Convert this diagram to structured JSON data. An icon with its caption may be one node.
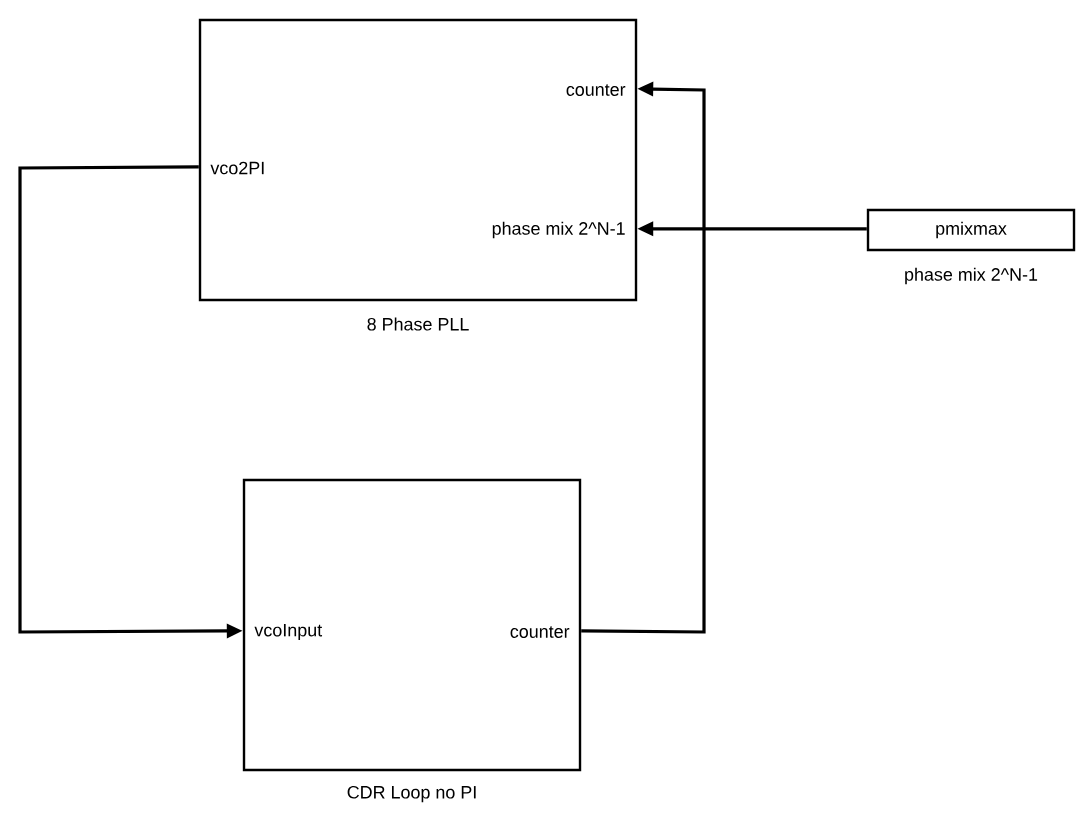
{
  "diagram": {
    "nodes": [
      {
        "text": [
          "vco2PI",
          "counter",
          "phase mix 2^N-1"
        ],
        "beside": [
          "8 Phase PLL"
        ]
      },
      {
        "text": [
          "vcoInput",
          "counter"
        ],
        "beside": [
          "CDR Loop no PI"
        ]
      },
      {
        "text": [
          "pmixmax"
        ],
        "beside": [
          "phase mix 2^N-1"
        ]
      }
    ],
    "edges": [
      {
        "from": 0,
        "to": 1,
        "arrow": "to"
      },
      {
        "from": 1,
        "to": 0,
        "arrow": "to"
      },
      {
        "from": 2,
        "to": 0,
        "arrow": "to"
      }
    ]
  }
}
